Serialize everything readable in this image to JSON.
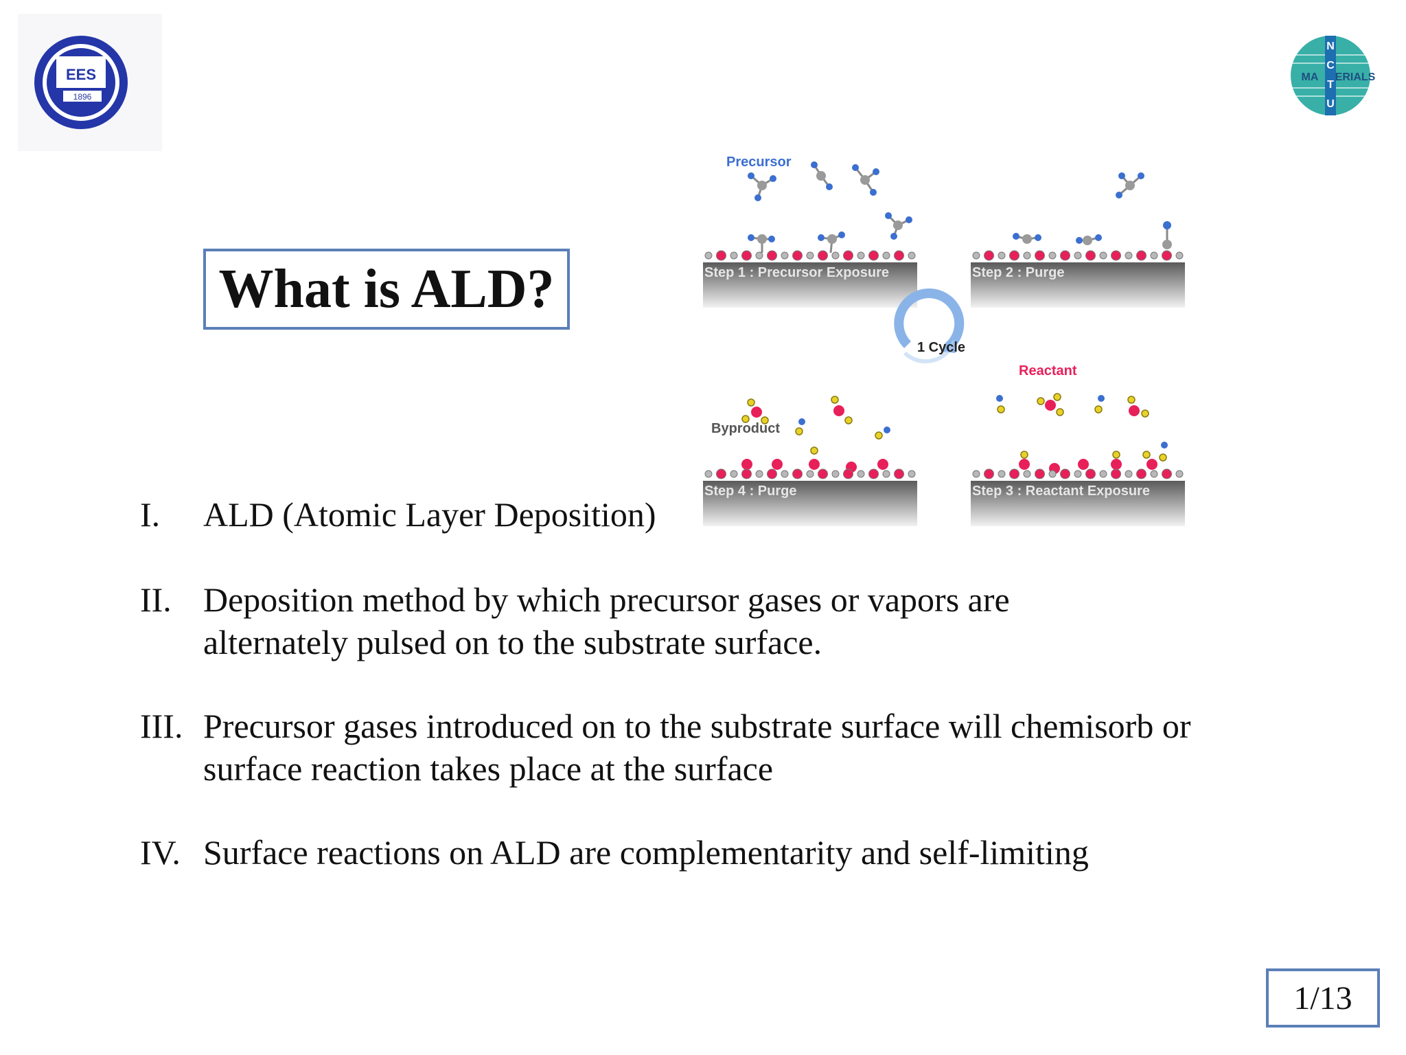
{
  "slide": {
    "title": "What is ALD?",
    "page_number": "1/13"
  },
  "logos": {
    "left_text": "EES",
    "left_year": "1896",
    "right_text_a": "MA",
    "right_text_b": "ERIALS",
    "right_letters": [
      "N",
      "C",
      "T",
      "U"
    ]
  },
  "diagram": {
    "precursor_label": "Precursor",
    "reactant_label": "Reactant",
    "byproduct_label": "Byproduct",
    "cycle_label": "1 Cycle",
    "step1": "Step 1 : Precursor Exposure",
    "step2": "Step 2 : Purge",
    "step3": "Step 3 : Reactant Exposure",
    "step4": "Step 4 : Purge",
    "colors": {
      "precursor": "#3b6fd0",
      "reactant": "#e8205a",
      "cycle": "#8ab4e8",
      "substrate": "#6b6b6b"
    }
  },
  "bullets": [
    {
      "num": "I.",
      "text": "ALD (Atomic Layer Deposition)"
    },
    {
      "num": "II.",
      "text": "Deposition method by which precursor gases or vapors are alternately pulsed on to the substrate surface."
    },
    {
      "num": "III.",
      "text": "Precursor gases introduced on to the substrate surface will chemisorb or surface reaction takes place at the surface"
    },
    {
      "num": "IV.",
      "text": "Surface reactions on ALD are complementarity and self-limiting"
    }
  ]
}
